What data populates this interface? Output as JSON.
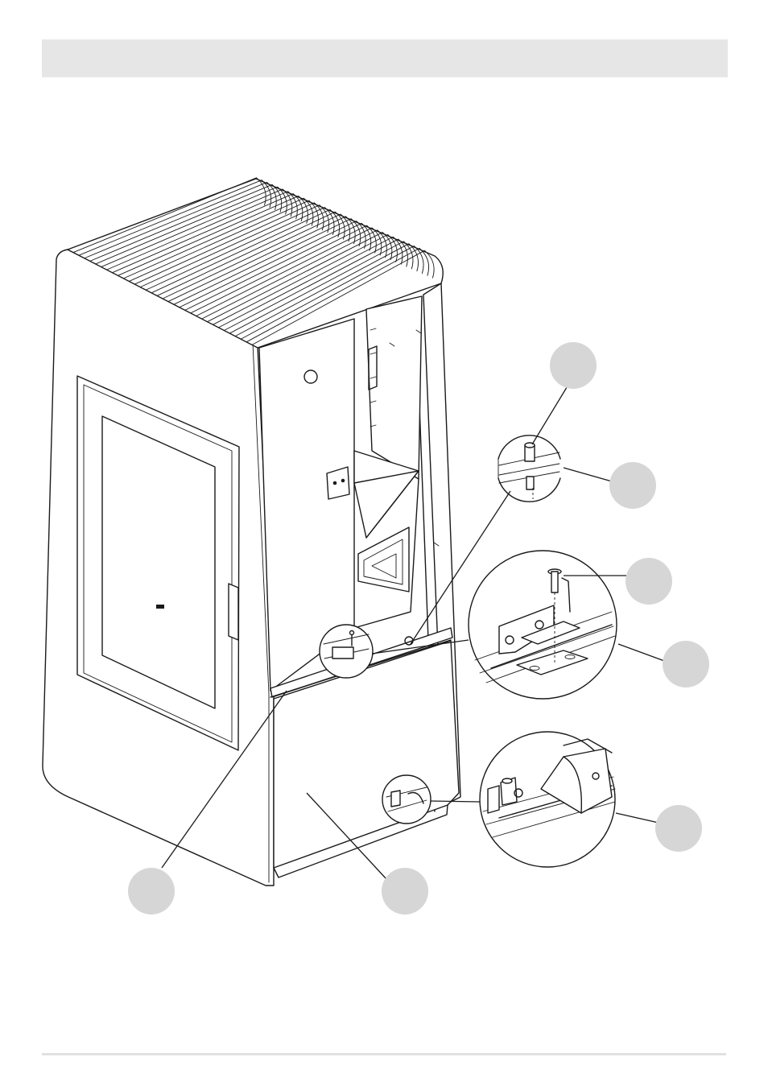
{
  "header": {
    "title": ""
  },
  "figure": {
    "callouts": [
      {
        "id": "callout-a",
        "label": ""
      },
      {
        "id": "callout-b",
        "label": ""
      },
      {
        "id": "callout-c",
        "label": ""
      },
      {
        "id": "callout-d",
        "label": ""
      },
      {
        "id": "callout-e",
        "label": ""
      },
      {
        "id": "callout-f",
        "label": ""
      },
      {
        "id": "callout-g",
        "label": ""
      }
    ]
  },
  "colors": {
    "header_bar": "#e6e6e6",
    "callout_fill": "#d6d6d6",
    "line": "#1a1a1a"
  }
}
